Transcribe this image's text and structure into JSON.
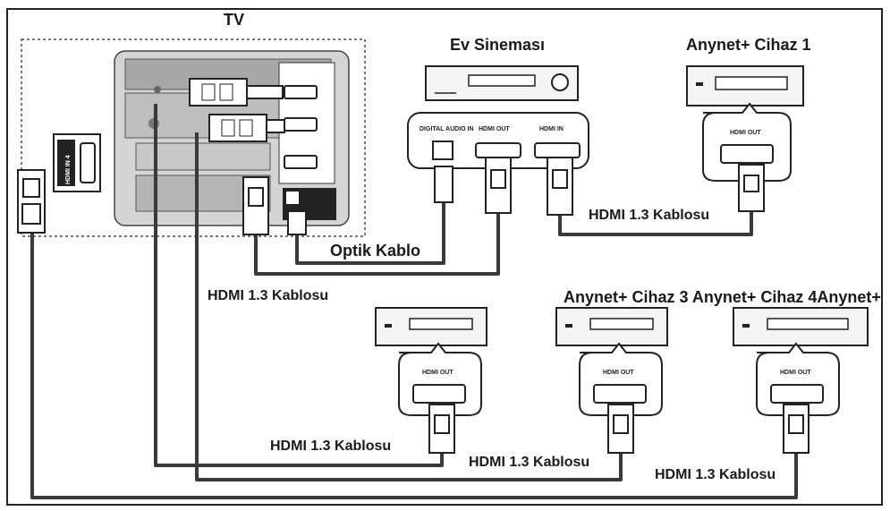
{
  "labels": {
    "tv": "TV",
    "home_theater": "Ev Sineması",
    "device_1": "Anynet+ Cihaz 1",
    "devices_3_4": "Anynet+ Cihaz 3 Anynet+ Cihaz 4Anynet+",
    "optical_cable": "Optik Kablo",
    "hdmi_cable": "HDMI 1.3 Kablosu"
  },
  "ports": {
    "digital_audio_in": "DIGITAL AUDIO IN",
    "hdmi_out": "HDMI OUT",
    "hdmi_in": "HDMI IN",
    "tv_side_hdmi": "HDMI IN 4"
  },
  "colors": {
    "cable": "#3a3a3a",
    "panel": "#d9d9d9",
    "panel_dark": "#9a9a9a",
    "outline": "#2a2a2a"
  }
}
